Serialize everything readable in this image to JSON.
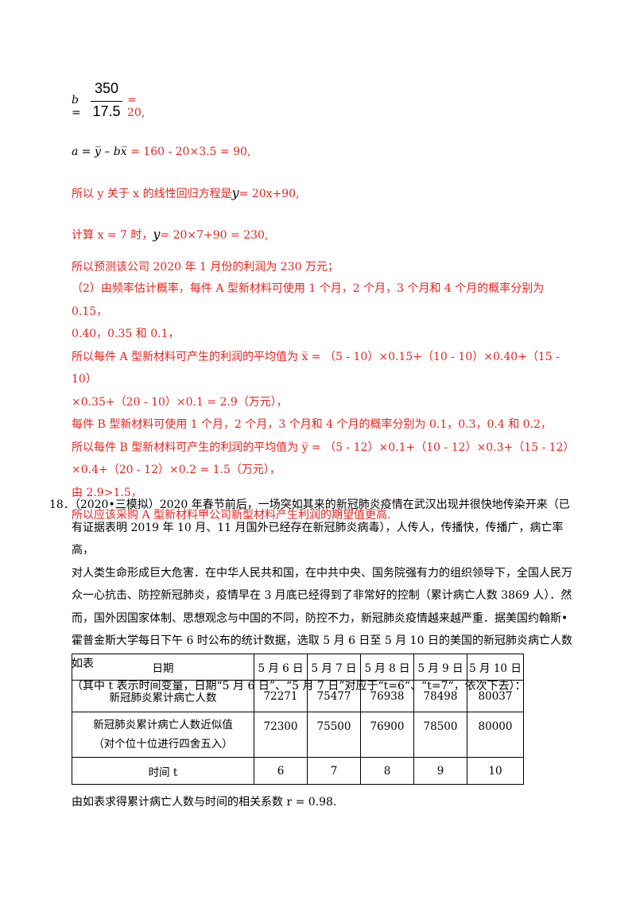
{
  "formula_b": {
    "lhs": "b =",
    "num": "350",
    "den": "17.5",
    "rhs": "= 20,"
  },
  "formula_a": {
    "lhs": "a = y̅ – bx̅",
    "rhs": "= 160 - 20×3.5 = 90,"
  },
  "line_regression": {
    "pre": "所以 y 关于 x 的线性回归方程是",
    "eq": "y",
    "post": "= 20x+90,"
  },
  "line_calc": {
    "pre": "计算 x = 7 时，",
    "eq": "y",
    "post": "= 20×7+90 = 230,"
  },
  "line_predict": "所以预测该公司 2020 年 1 月份的利润为 230 万元；",
  "para2": [
    "（2）由频率估计概率，每件 A 型新材料可使用 1 个月，2 个月，3 个月和 4 个月的概率分别为 0.15，",
    "0.40，0.35 和 0.1，",
    "所以每件 A 型新材料可产生的利润的平均值为 x̅ = （5 - 10）×0.15+（10 - 10）×0.40+（15 - 10）",
    "×0.35+（20 - 10）×0.1 = 2.9（万元），",
    "每件 B 型新材料可使用 1 个月，2 个月，3 个月和 4 个月的概率分别为 0.1，0.3，0.4 和 0.2，",
    "所以每件 B 型新材料可产生的利润的平均值为 y̅ = （5 - 12）×0.1+（10 - 12）×0.3+（15 - 12）",
    "×0.4+（20 - 12）×0.2 = 1.5（万元），",
    "由 2.9>1.5，",
    "所以应该采购 A 型新材料甲公司新型材料产生利润的期望值更高."
  ],
  "problem18": [
    "18．（2020•三模拟）2020 年春节前后，一场突如其来的新冠肺炎疫情在武汉出现并很快地传染开来（已",
    "有证据表明 2019 年 10 月、11 月国外已经存在新冠肺炎病毒），人传人，传播快，传播广，病亡率高，",
    "对人类生命形成巨大危害．在中华人民共和国，在中共中央、国务院强有力的组织领导下，全国人民万",
    "众一心抗击、防控新冠肺炎，疫情早在 3 月底已经得到了非常好的控制（累计病亡人数 3869 人）．然",
    "而，国外因国家体制、思想观念与中国的不同，防控不力，新冠肺炎疫情越来越严重．据美国约翰斯•",
    "霍普金斯大学每日下午 6 时公布的统计数据，选取 5 月 6 日至 5 月 10 日的美国的新冠肺炎病亡人数如表",
    "（其中 t 表示时间变量，日期“5 月 6 日”、“5 月 7 日”对应于“t=6“、“t=7“，依次下去）："
  ],
  "table": {
    "headers": [
      "日期",
      "5 月 6 日",
      "5 月 7 日",
      "5 月 8 日",
      "5 月 9 日",
      "5 月 10 日"
    ],
    "rows": [
      [
        "新冠肺炎累计病亡人数",
        "72271",
        "75477",
        "76938",
        "78498",
        "80037"
      ],
      [
        "新冠肺炎累计病亡人数近似值\n（对个位十位进行四舍五入）",
        "72300",
        "75500",
        "76900",
        "78500",
        "80000"
      ],
      [
        "时间 t",
        "6",
        "7",
        "8",
        "9",
        "10"
      ]
    ]
  },
  "after_table": "由如表求得累计病亡人数与时间的相关系数 r = 0.98."
}
